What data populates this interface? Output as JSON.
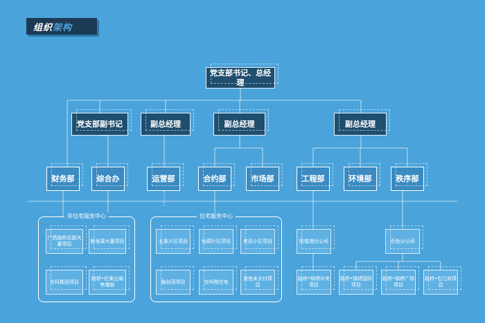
{
  "title": {
    "part1": "组织",
    "part2": "架构"
  },
  "top": {
    "label": "党支部书记、总经理"
  },
  "level2": [
    {
      "id": "deputy-secretary",
      "label": "党支部副书记"
    },
    {
      "id": "deputy-gm-1",
      "label": "副总经理"
    },
    {
      "id": "deputy-gm-2",
      "label": "副总经理"
    },
    {
      "id": "deputy-gm-3",
      "label": "副总经理"
    }
  ],
  "departments": [
    {
      "id": "finance",
      "label": "财务部"
    },
    {
      "id": "general-office",
      "label": "综合办"
    },
    {
      "id": "operations",
      "label": "运营部"
    },
    {
      "id": "contracts",
      "label": "合约部"
    },
    {
      "id": "marketing",
      "label": "市场部"
    },
    {
      "id": "engineering",
      "label": "工程部"
    },
    {
      "id": "environment",
      "label": "环境部"
    },
    {
      "id": "order",
      "label": "秩序部"
    }
  ],
  "groups": {
    "non_residential": {
      "label": "非住宅服务中心",
      "items": [
        "广西路桥总部大厦项目",
        "新发展大厦项目",
        "交科集团项目",
        "路桥•壮美山湖售楼部"
      ]
    },
    "residential": {
      "label": "住宅服务中心",
      "items": [
        "五象片区项目",
        "仙葫片区项目",
        "老旧小区项目",
        "融创茂项目",
        "交科院住宅",
        "其他未交付项目"
      ]
    }
  },
  "companies": {
    "fangcheng": {
      "label": "防城港分公司",
      "items": [
        "路桥•锦绣中央项目"
      ]
    },
    "baise": {
      "label": "百色分公司",
      "items": [
        "路桥•锦绣国际项目",
        "路桥•锦绣广场项目",
        "路桥•右江府项目"
      ]
    }
  }
}
